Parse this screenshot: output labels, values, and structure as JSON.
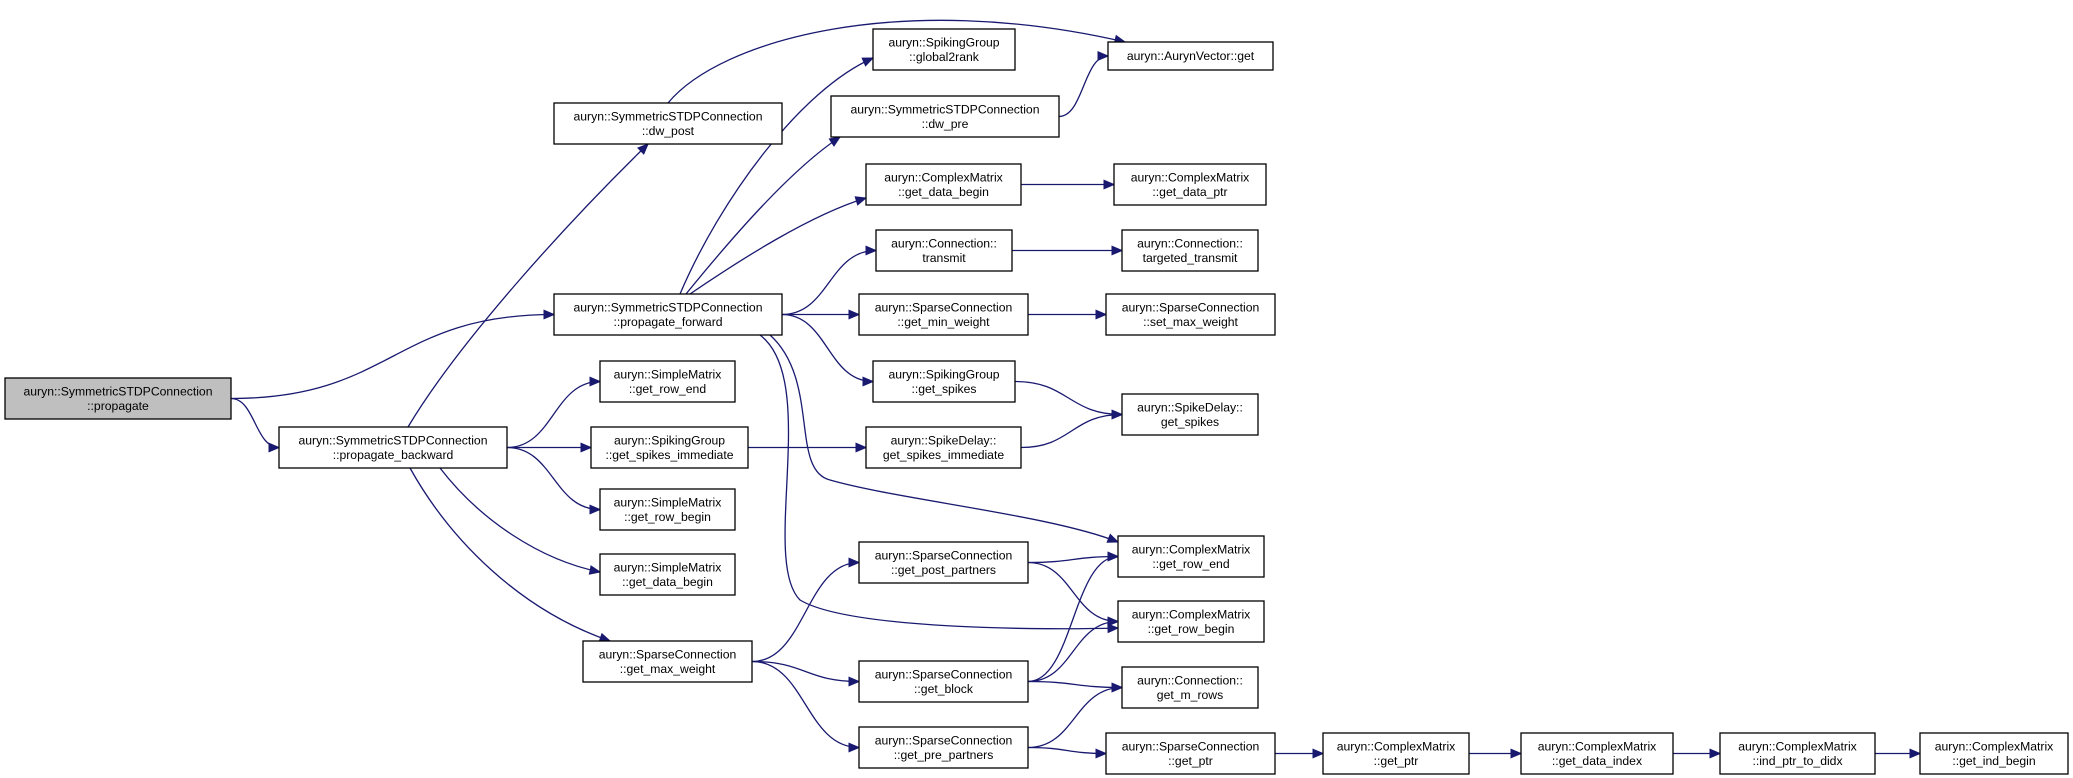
{
  "graph": {
    "nodes": [
      {
        "id": "root",
        "lines": [
          "auryn::SymmetricSTDPConnection",
          "::propagate"
        ],
        "root": true
      },
      {
        "id": "dw_post",
        "lines": [
          "auryn::SymmetricSTDPConnection",
          "::dw_post"
        ]
      },
      {
        "id": "prop_fwd",
        "lines": [
          "auryn::SymmetricSTDPConnection",
          "::propagate_forward"
        ]
      },
      {
        "id": "prop_bwd",
        "lines": [
          "auryn::SymmetricSTDPConnection",
          "::propagate_backward"
        ]
      },
      {
        "id": "sm_row_end",
        "lines": [
          "auryn::SimpleMatrix",
          "::get_row_end"
        ]
      },
      {
        "id": "sg_spikes_imm",
        "lines": [
          "auryn::SpikingGroup",
          "::get_spikes_immediate"
        ]
      },
      {
        "id": "sm_row_begin",
        "lines": [
          "auryn::SimpleMatrix",
          "::get_row_begin"
        ]
      },
      {
        "id": "sm_data_begin",
        "lines": [
          "auryn::SimpleMatrix",
          "::get_data_begin"
        ]
      },
      {
        "id": "sc_max_weight",
        "lines": [
          "auryn::SparseConnection",
          "::get_max_weight"
        ]
      },
      {
        "id": "sg_global2rank",
        "lines": [
          "auryn::SpikingGroup",
          "::global2rank"
        ]
      },
      {
        "id": "dw_pre",
        "lines": [
          "auryn::SymmetricSTDPConnection",
          "::dw_pre"
        ]
      },
      {
        "id": "cm_data_begin",
        "lines": [
          "auryn::ComplexMatrix",
          "::get_data_begin"
        ]
      },
      {
        "id": "conn_transmit",
        "lines": [
          "auryn::Connection::",
          "transmit"
        ]
      },
      {
        "id": "sc_min_weight",
        "lines": [
          "auryn::SparseConnection",
          "::get_min_weight"
        ]
      },
      {
        "id": "sg_get_spikes",
        "lines": [
          "auryn::SpikingGroup",
          "::get_spikes"
        ]
      },
      {
        "id": "sd_spikes_imm",
        "lines": [
          "auryn::SpikeDelay::",
          "get_spikes_immediate"
        ]
      },
      {
        "id": "sc_post_partners",
        "lines": [
          "auryn::SparseConnection",
          "::get_post_partners"
        ]
      },
      {
        "id": "sc_get_block",
        "lines": [
          "auryn::SparseConnection",
          "::get_block"
        ]
      },
      {
        "id": "sc_pre_partners",
        "lines": [
          "auryn::SparseConnection",
          "::get_pre_partners"
        ]
      },
      {
        "id": "av_get",
        "lines": [
          "auryn::AurynVector::get"
        ]
      },
      {
        "id": "cm_data_ptr",
        "lines": [
          "auryn::ComplexMatrix",
          "::get_data_ptr"
        ]
      },
      {
        "id": "conn_targeted",
        "lines": [
          "auryn::Connection::",
          "targeted_transmit"
        ]
      },
      {
        "id": "sc_set_max",
        "lines": [
          "auryn::SparseConnection",
          "::set_max_weight"
        ]
      },
      {
        "id": "sd_get_spikes",
        "lines": [
          "auryn::SpikeDelay::",
          "get_spikes"
        ]
      },
      {
        "id": "cm_row_end",
        "lines": [
          "auryn::ComplexMatrix",
          "::get_row_end"
        ]
      },
      {
        "id": "cm_row_begin",
        "lines": [
          "auryn::ComplexMatrix",
          "::get_row_begin"
        ]
      },
      {
        "id": "conn_m_rows",
        "lines": [
          "auryn::Connection::",
          "get_m_rows"
        ]
      },
      {
        "id": "sc_get_ptr",
        "lines": [
          "auryn::SparseConnection",
          "::get_ptr"
        ]
      },
      {
        "id": "cm_get_ptr",
        "lines": [
          "auryn::ComplexMatrix",
          "::get_ptr"
        ]
      },
      {
        "id": "cm_data_index",
        "lines": [
          "auryn::ComplexMatrix",
          "::get_data_index"
        ]
      },
      {
        "id": "cm_ind_ptr",
        "lines": [
          "auryn::ComplexMatrix",
          "::ind_ptr_to_didx"
        ]
      },
      {
        "id": "cm_ind_begin",
        "lines": [
          "auryn::ComplexMatrix",
          "::get_ind_begin"
        ]
      }
    ],
    "edges": [
      {
        "from": "root",
        "to": "prop_fwd"
      },
      {
        "from": "root",
        "to": "prop_bwd"
      },
      {
        "from": "prop_bwd",
        "to": "dw_post"
      },
      {
        "from": "prop_bwd",
        "to": "sm_row_end"
      },
      {
        "from": "prop_bwd",
        "to": "sg_spikes_imm"
      },
      {
        "from": "prop_bwd",
        "to": "sm_row_begin"
      },
      {
        "from": "prop_bwd",
        "to": "sm_data_begin"
      },
      {
        "from": "prop_bwd",
        "to": "sc_max_weight"
      },
      {
        "from": "dw_post",
        "to": "av_get"
      },
      {
        "from": "prop_fwd",
        "to": "sg_global2rank"
      },
      {
        "from": "prop_fwd",
        "to": "dw_pre"
      },
      {
        "from": "prop_fwd",
        "to": "cm_data_begin"
      },
      {
        "from": "prop_fwd",
        "to": "conn_transmit"
      },
      {
        "from": "prop_fwd",
        "to": "sc_min_weight"
      },
      {
        "from": "prop_fwd",
        "to": "sg_get_spikes"
      },
      {
        "from": "prop_fwd",
        "to": "cm_row_end"
      },
      {
        "from": "prop_fwd",
        "to": "cm_row_begin"
      },
      {
        "from": "dw_pre",
        "to": "av_get"
      },
      {
        "from": "cm_data_begin",
        "to": "cm_data_ptr"
      },
      {
        "from": "conn_transmit",
        "to": "conn_targeted"
      },
      {
        "from": "sc_min_weight",
        "to": "sc_set_max"
      },
      {
        "from": "sg_get_spikes",
        "to": "sd_get_spikes"
      },
      {
        "from": "sg_spikes_imm",
        "to": "sd_spikes_imm"
      },
      {
        "from": "sd_spikes_imm",
        "to": "sd_get_spikes"
      },
      {
        "from": "sc_max_weight",
        "to": "sc_post_partners"
      },
      {
        "from": "sc_max_weight",
        "to": "sc_get_block"
      },
      {
        "from": "sc_max_weight",
        "to": "sc_pre_partners"
      },
      {
        "from": "sc_post_partners",
        "to": "cm_row_end"
      },
      {
        "from": "sc_post_partners",
        "to": "cm_row_begin"
      },
      {
        "from": "sc_get_block",
        "to": "cm_row_end"
      },
      {
        "from": "sc_get_block",
        "to": "cm_row_begin"
      },
      {
        "from": "sc_get_block",
        "to": "conn_m_rows"
      },
      {
        "from": "sc_pre_partners",
        "to": "conn_m_rows"
      },
      {
        "from": "sc_pre_partners",
        "to": "sc_get_ptr"
      },
      {
        "from": "sc_get_ptr",
        "to": "cm_get_ptr"
      },
      {
        "from": "cm_get_ptr",
        "to": "cm_data_index"
      },
      {
        "from": "cm_data_index",
        "to": "cm_ind_ptr"
      },
      {
        "from": "cm_ind_ptr",
        "to": "cm_ind_begin"
      }
    ]
  }
}
